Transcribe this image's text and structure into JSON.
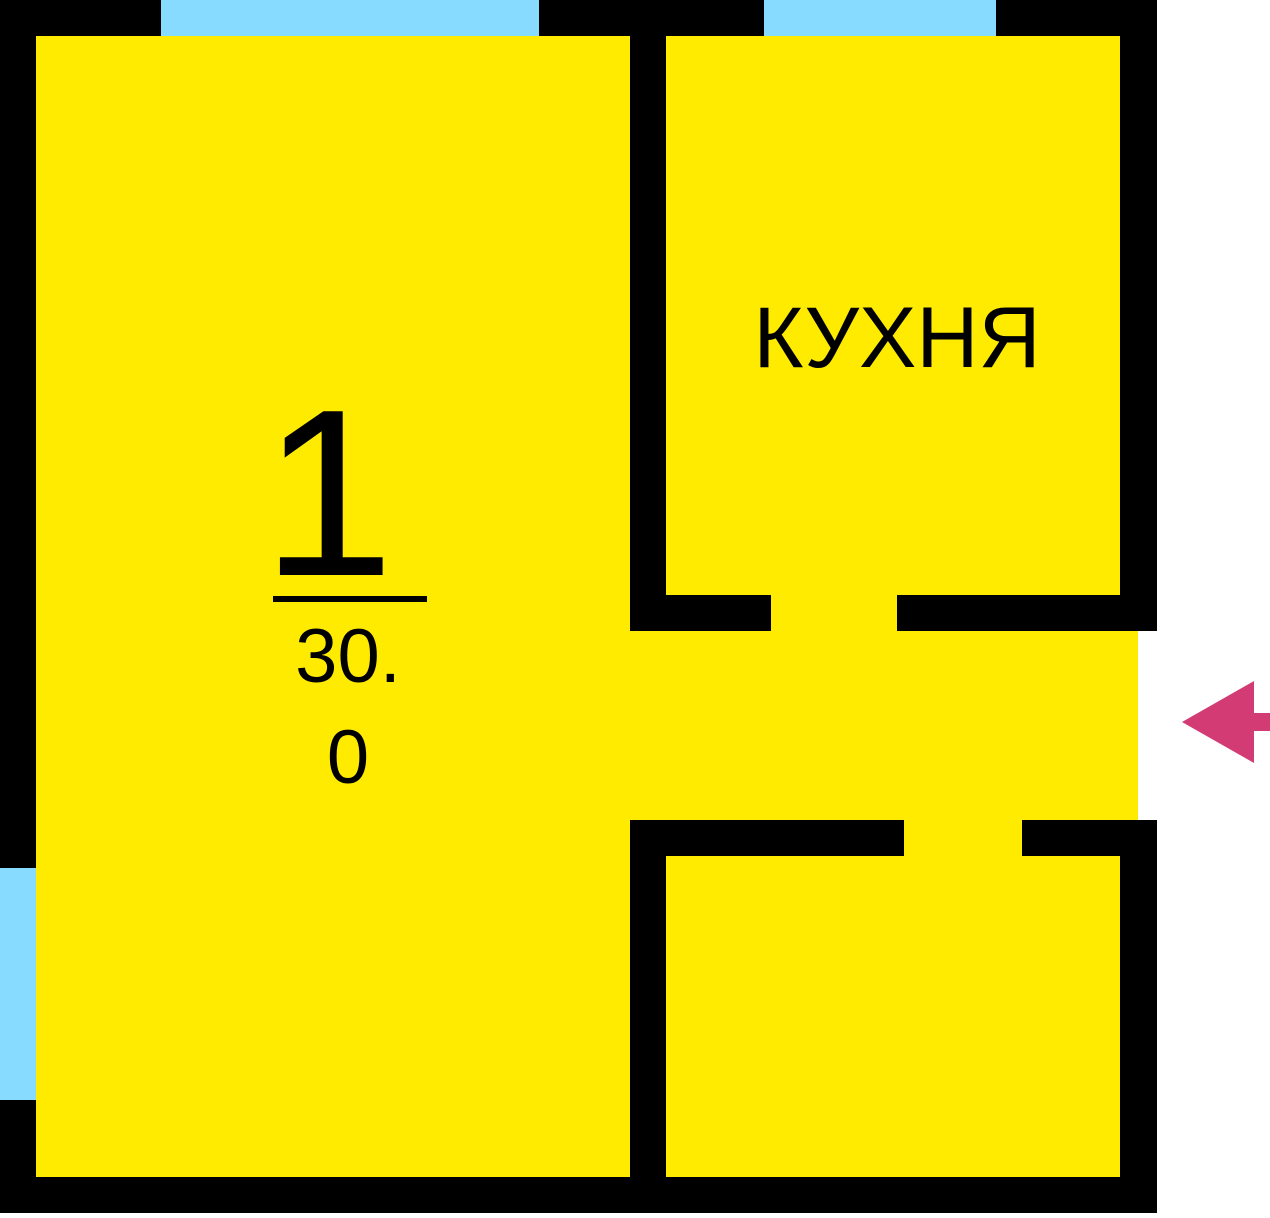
{
  "colors": {
    "floor": "#FFEB00",
    "wall": "#000000",
    "window": "#87DBFF",
    "entrance_arrow": "#D33B75",
    "background": "#FFFFFF"
  },
  "rooms": {
    "main_room": {
      "number": "1",
      "area_line1": "30.",
      "area_line2": "0"
    },
    "kitchen": {
      "label": "КУХНЯ"
    }
  },
  "icons": {
    "entrance": "entrance-arrow-icon"
  }
}
